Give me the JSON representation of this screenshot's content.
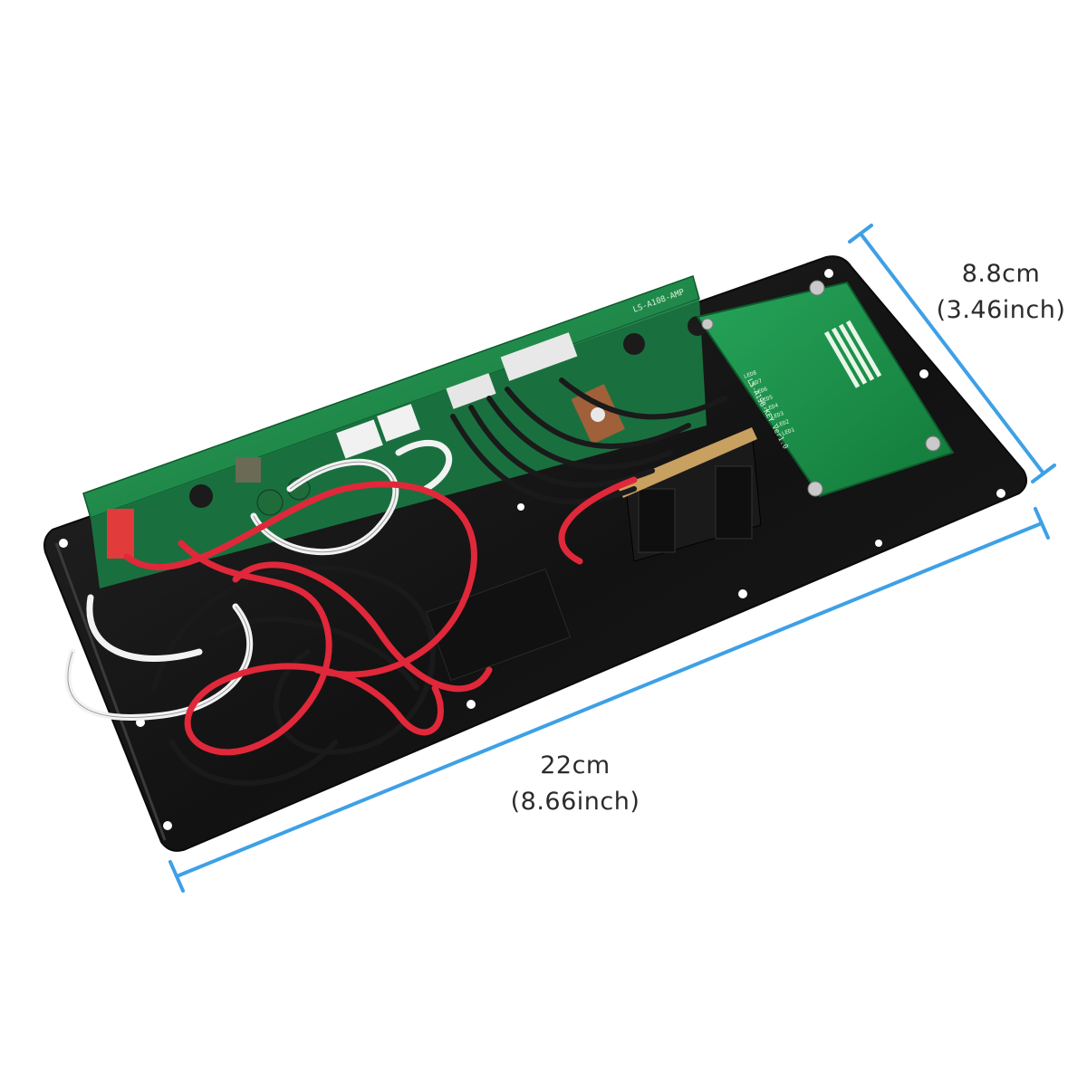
{
  "dimensions": {
    "width": {
      "metric": "8.8cm",
      "imperial": "(3.46inch)"
    },
    "length": {
      "metric": "22cm",
      "imperial": "(8.66inch)"
    }
  },
  "pcb_text": {
    "main_board": "LS-A108-AMP",
    "button_board": "LS-A198-KEY Ver1.0",
    "led_labels": [
      "LED8",
      "LED7",
      "LED6",
      "LED5",
      "LED4",
      "LED3",
      "LED2",
      "LED1"
    ]
  },
  "colors": {
    "measure_line": "#3ea0e6",
    "plate": "#161616",
    "pcb": "#1f8a4c",
    "wire_red": "#e0283a",
    "wire_white": "#f2f2f2",
    "wire_black": "#1a1a1a"
  }
}
